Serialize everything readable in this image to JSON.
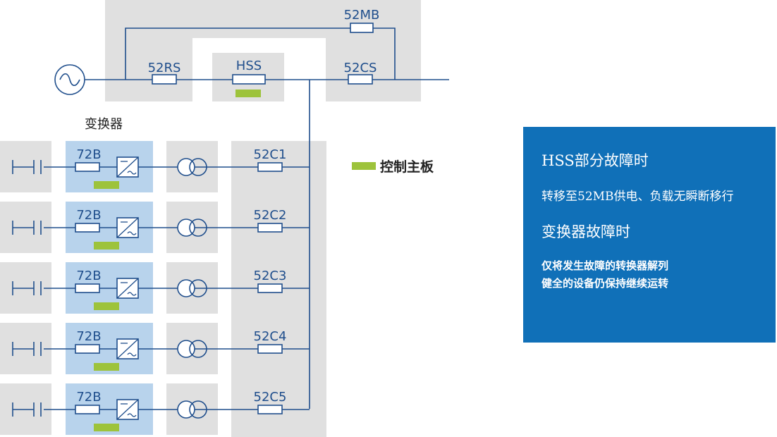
{
  "labels": {
    "b52mb": "52MB",
    "b52rs": "52RS",
    "hss": "HSS",
    "b52cs": "52CS",
    "converter": "变换器",
    "legend": "控制主板"
  },
  "rows": [
    {
      "converter_breaker": "72B",
      "feeder_breaker": "52C1"
    },
    {
      "converter_breaker": "72B",
      "feeder_breaker": "52C2"
    },
    {
      "converter_breaker": "72B",
      "feeder_breaker": "52C3"
    },
    {
      "converter_breaker": "72B",
      "feeder_breaker": "52C4"
    },
    {
      "converter_breaker": "72B",
      "feeder_breaker": "52C5"
    }
  ],
  "info": {
    "line1": "HSS部分故障时",
    "line2": "转移至52MB供电、负载无瞬断移行",
    "line3": "变换器故障时",
    "line4": "仅将发生故障的转换器解列",
    "line5": "健全的设备仍保持继续运转"
  },
  "colors": {
    "gray_panel": "#e0e0e0",
    "converter_panel": "#b8d3ec",
    "control_board": "#9dc33b",
    "line": "#1f4e8c",
    "info_bg": "#1070b8"
  },
  "icons": [
    "ac-source-icon",
    "dc-capacitor-icon",
    "converter-icon",
    "transformer-icon",
    "breaker-icon"
  ]
}
